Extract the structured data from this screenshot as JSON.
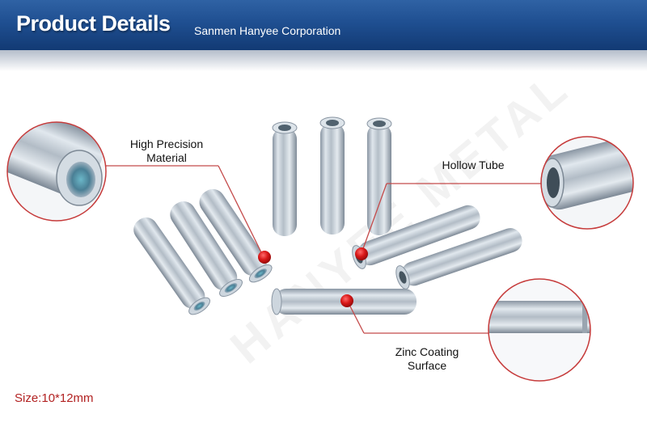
{
  "header": {
    "title": "Product Details",
    "company": "Sanmen Hanyee Corporation"
  },
  "watermark": "HANYEE METAL",
  "callouts": {
    "precision_line1": "High Precision",
    "precision_line2": "Material",
    "hollow": "Hollow Tube",
    "zinc_line1": "Zinc Coating",
    "zinc_line2": "Surface"
  },
  "spec": {
    "size": "Size:10*12mm"
  },
  "colors": {
    "header_blue": "#1f4f91",
    "marker_red": "#d01818",
    "leader_red": "#c44a4a",
    "size_text": "#b22222"
  }
}
